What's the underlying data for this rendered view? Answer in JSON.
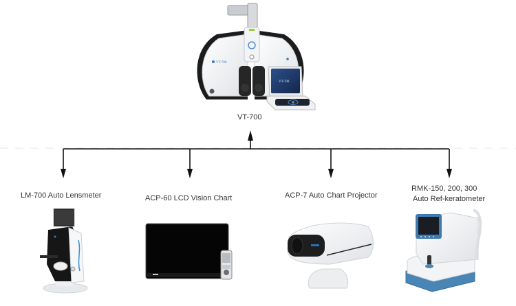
{
  "diagram": {
    "central_device": {
      "name": "VT-700",
      "screen_text": "VT-700",
      "body_badge": "VT-700"
    },
    "connected_devices": [
      {
        "name": "LM-700 Auto Lensmeter"
      },
      {
        "name": "ACP-60 LCD Vision Chart"
      },
      {
        "name": "ACP-7 Auto Chart Projector"
      },
      {
        "name_line1": "RMK-150, 200, 300",
        "name_line2": "Auto Ref-keratometer"
      }
    ],
    "colors": {
      "line": "#111111",
      "text": "#333333",
      "device_white": "#f2f3f5",
      "device_black": "#1a1a1a",
      "accent_blue": "#3a7ab8",
      "rmk_blue": "#4a86b5"
    }
  }
}
